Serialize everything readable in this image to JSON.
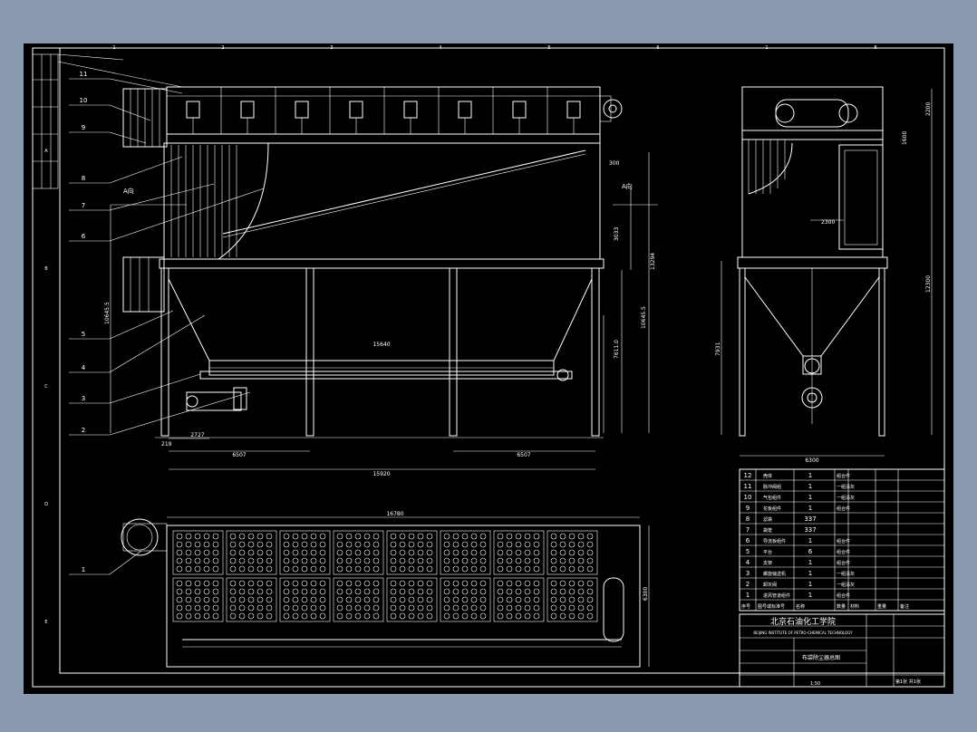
{
  "callouts": [
    "11",
    "10",
    "9",
    "8",
    "7",
    "6",
    "5",
    "4",
    "3",
    "2",
    "1"
  ],
  "ruler_numbers_top": [
    "1",
    "2",
    "3",
    "4",
    "5",
    "6",
    "1",
    "8"
  ],
  "ruler_letters_left": [
    "A",
    "B",
    "C",
    "D",
    "E"
  ],
  "dims": {
    "main_length": "15640",
    "total_width": "15920",
    "left_span": "6507",
    "right_span": "6507",
    "bottom_left": "2727",
    "small_left": "219",
    "height_total": "13294",
    "level_a": "10645.5",
    "level_b": "10645.5",
    "level_c": "7611.0",
    "col_height": "3033",
    "top_300": "300",
    "side_width": "6300",
    "side_top": "2200",
    "side_1600": "1600",
    "side_2300": "2300",
    "side_h": "12300",
    "side_mid": "7931",
    "plan_length": "16780",
    "plan_width": "6300"
  },
  "arrows": [
    "A向",
    "A向"
  ],
  "parts_table": {
    "rows": [
      {
        "no": "12",
        "name": "壳体",
        "qty": "1",
        "note": "组合件"
      },
      {
        "no": "11",
        "name": "脉冲阀组",
        "qty": "1",
        "note": "一组清灰"
      },
      {
        "no": "10",
        "name": "气包组件",
        "qty": "1",
        "note": "一组清灰"
      },
      {
        "no": "9",
        "name": "花板组件",
        "qty": "1",
        "note": "组合件"
      },
      {
        "no": "8",
        "name": "滤袋",
        "qty": "337",
        "note": ""
      },
      {
        "no": "7",
        "name": "袋笼",
        "qty": "337",
        "note": ""
      },
      {
        "no": "6",
        "name": "导流板组件",
        "qty": "1",
        "note": "组合件"
      },
      {
        "no": "5",
        "name": "平台",
        "qty": "6",
        "note": "组合件"
      },
      {
        "no": "4",
        "name": "支架",
        "qty": "1",
        "note": "组合件"
      },
      {
        "no": "3",
        "name": "螺旋输送机",
        "qty": "1",
        "note": "一组清灰"
      },
      {
        "no": "2",
        "name": "卸灰阀",
        "qty": "1",
        "note": "一组清灰"
      },
      {
        "no": "1",
        "name": "进风管道组件",
        "qty": "1",
        "note": "组合件"
      }
    ],
    "header": [
      "序号",
      "图号或标准号",
      "名称",
      "数量",
      "材料",
      "重量",
      "备注"
    ]
  },
  "title_block": {
    "school": "北京石油化工学院",
    "school_en": "BEIJING INSTITUTE OF PETRO-CHEMICAL TECHNOLOGY",
    "drawing_title": "布袋除尘器总图",
    "scale": "1:50",
    "sheet": "第1张 共1张"
  }
}
